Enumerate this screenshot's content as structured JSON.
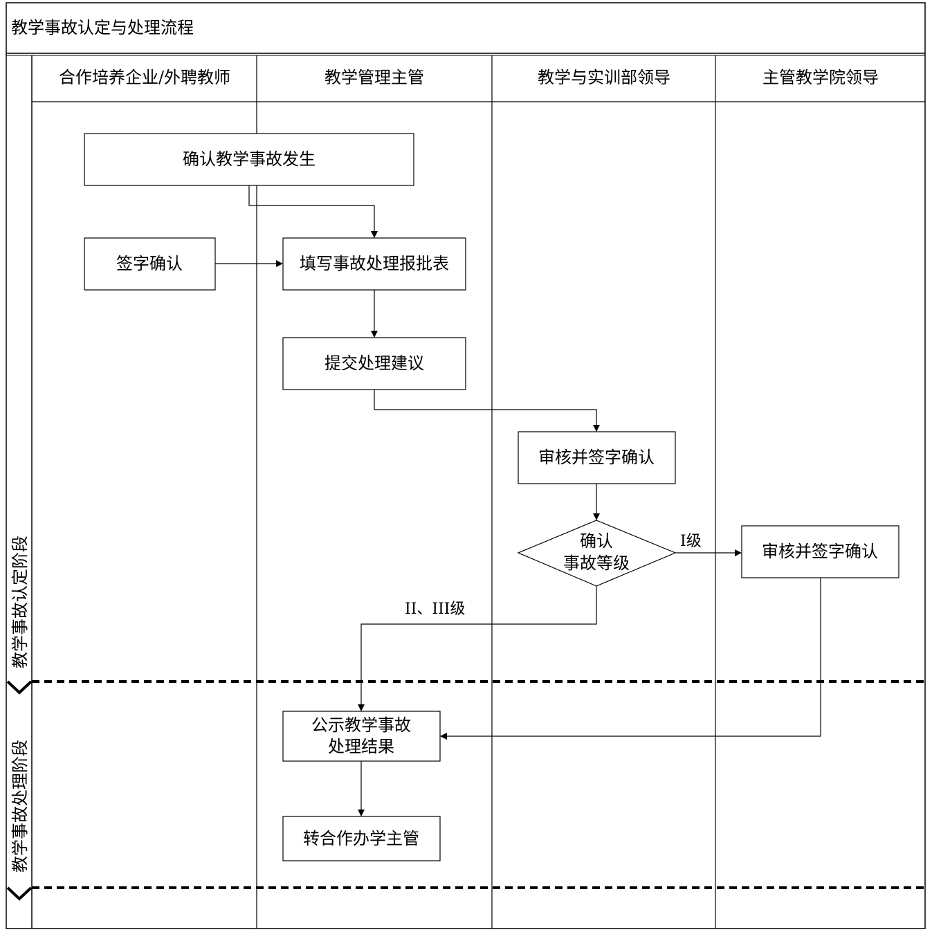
{
  "title": "教学事故认定与处理流程",
  "lanes": [
    {
      "id": "lane-1",
      "label": "合作培养企业/外聘教师"
    },
    {
      "id": "lane-2",
      "label": "教学管理主管"
    },
    {
      "id": "lane-3",
      "label": "教学与实训部领导"
    },
    {
      "id": "lane-4",
      "label": "主管教学院领导"
    }
  ],
  "phases": [
    {
      "id": "phase-1",
      "label": "教学事故认定阶段"
    },
    {
      "id": "phase-2",
      "label": "教学事故处理阶段"
    }
  ],
  "nodes": {
    "confirm_occurrence": "确认教学事故发生",
    "sign_confirm": "签字确认",
    "fill_form": "填写事故处理报批表",
    "submit_suggestion": "提交处理建议",
    "review_sign_dept": "审核并签字确认",
    "decision_line1": "确认",
    "decision_line2": "事故等级",
    "review_sign_dean": "审核并签字确认",
    "publish_line1": "公示教学事故",
    "publish_line2": "处理结果",
    "transfer": "转合作办学主管"
  },
  "edge_labels": {
    "level_1": "I级",
    "level_2_3": "II、III级"
  }
}
